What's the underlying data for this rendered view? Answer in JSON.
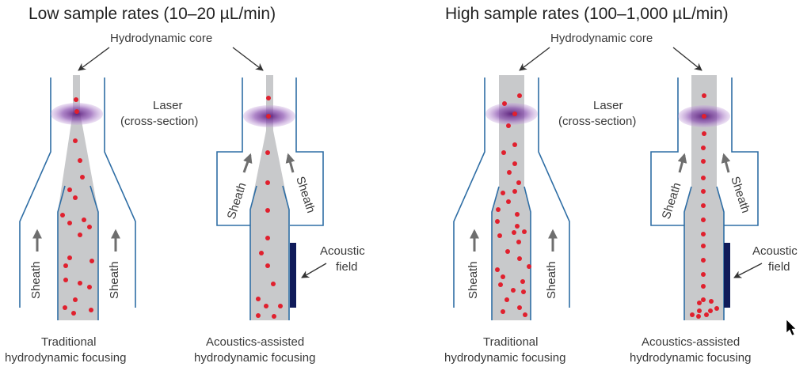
{
  "panels": [
    {
      "title": "Low sample rates (10–20 µL/min)",
      "core_label": "Hydrodynamic core",
      "laser_label_1": "Laser",
      "laser_label_2": "(cross-section)",
      "left": {
        "type": "traditional",
        "caption_1": "Traditional",
        "caption_2": "hydrodynamic focusing",
        "sheath_label": "Sheath"
      },
      "right": {
        "type": "acoustic",
        "caption_1": "Acoustics-assisted",
        "caption_2": "hydrodynamic focusing",
        "sheath_label": "Sheath",
        "acoustic_label_1": "Acoustic",
        "acoustic_label_2": "field"
      }
    },
    {
      "title": "High sample rates (100–1,000 µL/min)",
      "core_label": "Hydrodynamic core",
      "laser_label_1": "Laser",
      "laser_label_2": "(cross-section)",
      "left": {
        "type": "traditional",
        "caption_1": "Traditional",
        "caption_2": "hydrodynamic focusing",
        "sheath_label": "Sheath"
      },
      "right": {
        "type": "acoustic",
        "caption_1": "Acoustics-assisted",
        "caption_2": "hydrodynamic focusing",
        "sheath_label": "Sheath",
        "acoustic_label_1": "Acoustic",
        "acoustic_label_2": "field"
      }
    }
  ],
  "colors": {
    "wall": "#2f6ea5",
    "core": "#c8c9cb",
    "cell": "#e0202e",
    "laser": "#7b3f9e",
    "transducer": "#101b5a"
  },
  "cursor": "mouse-pointer"
}
